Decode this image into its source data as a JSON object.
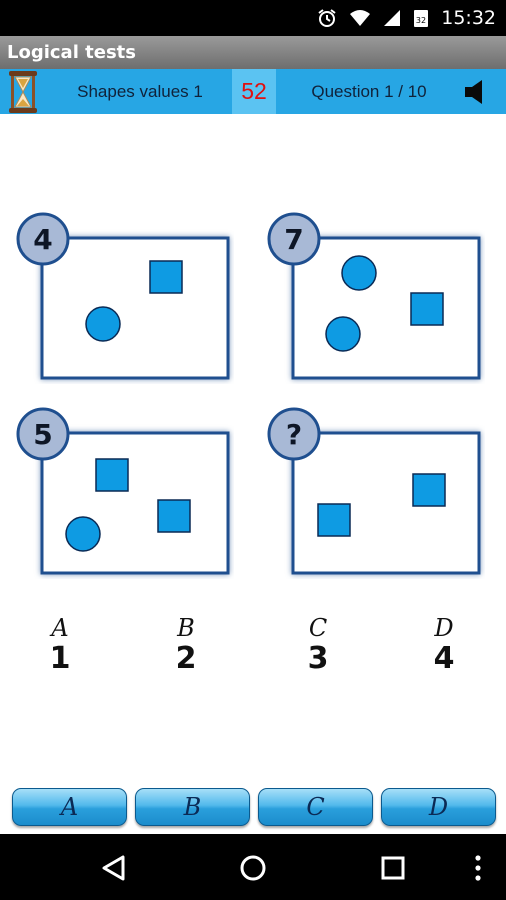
{
  "status_bar": {
    "time": "15:32",
    "calendar_day": "32",
    "icons": [
      "alarm-icon",
      "wifi-icon",
      "signal-icon",
      "calendar-icon"
    ]
  },
  "app": {
    "title": "Logical tests"
  },
  "info_bar": {
    "level_name": "Shapes values 1",
    "timer": "52",
    "question_counter": "Question 1 / 10",
    "timer_color": "#e01010",
    "accent": "#27a6e4"
  },
  "puzzle": {
    "panels": [
      {
        "label": "4",
        "shapes": [
          "square",
          "circle"
        ]
      },
      {
        "label": "7",
        "shapes": [
          "circle",
          "square",
          "circle"
        ]
      },
      {
        "label": "5",
        "shapes": [
          "square",
          "circle",
          "square"
        ]
      },
      {
        "label": "?",
        "shapes": [
          "square",
          "square"
        ]
      }
    ],
    "shape_fill": "#0e9be3",
    "frame_color": "#1f4f8f"
  },
  "options": [
    {
      "letter": "A",
      "value": "1"
    },
    {
      "letter": "B",
      "value": "2"
    },
    {
      "letter": "C",
      "value": "3"
    },
    {
      "letter": "D",
      "value": "4"
    }
  ],
  "answer_buttons": [
    "A",
    "B",
    "C",
    "D"
  ],
  "nav_bar": {
    "icons": [
      "back-icon",
      "home-icon",
      "recents-icon",
      "overflow-menu-icon"
    ]
  }
}
